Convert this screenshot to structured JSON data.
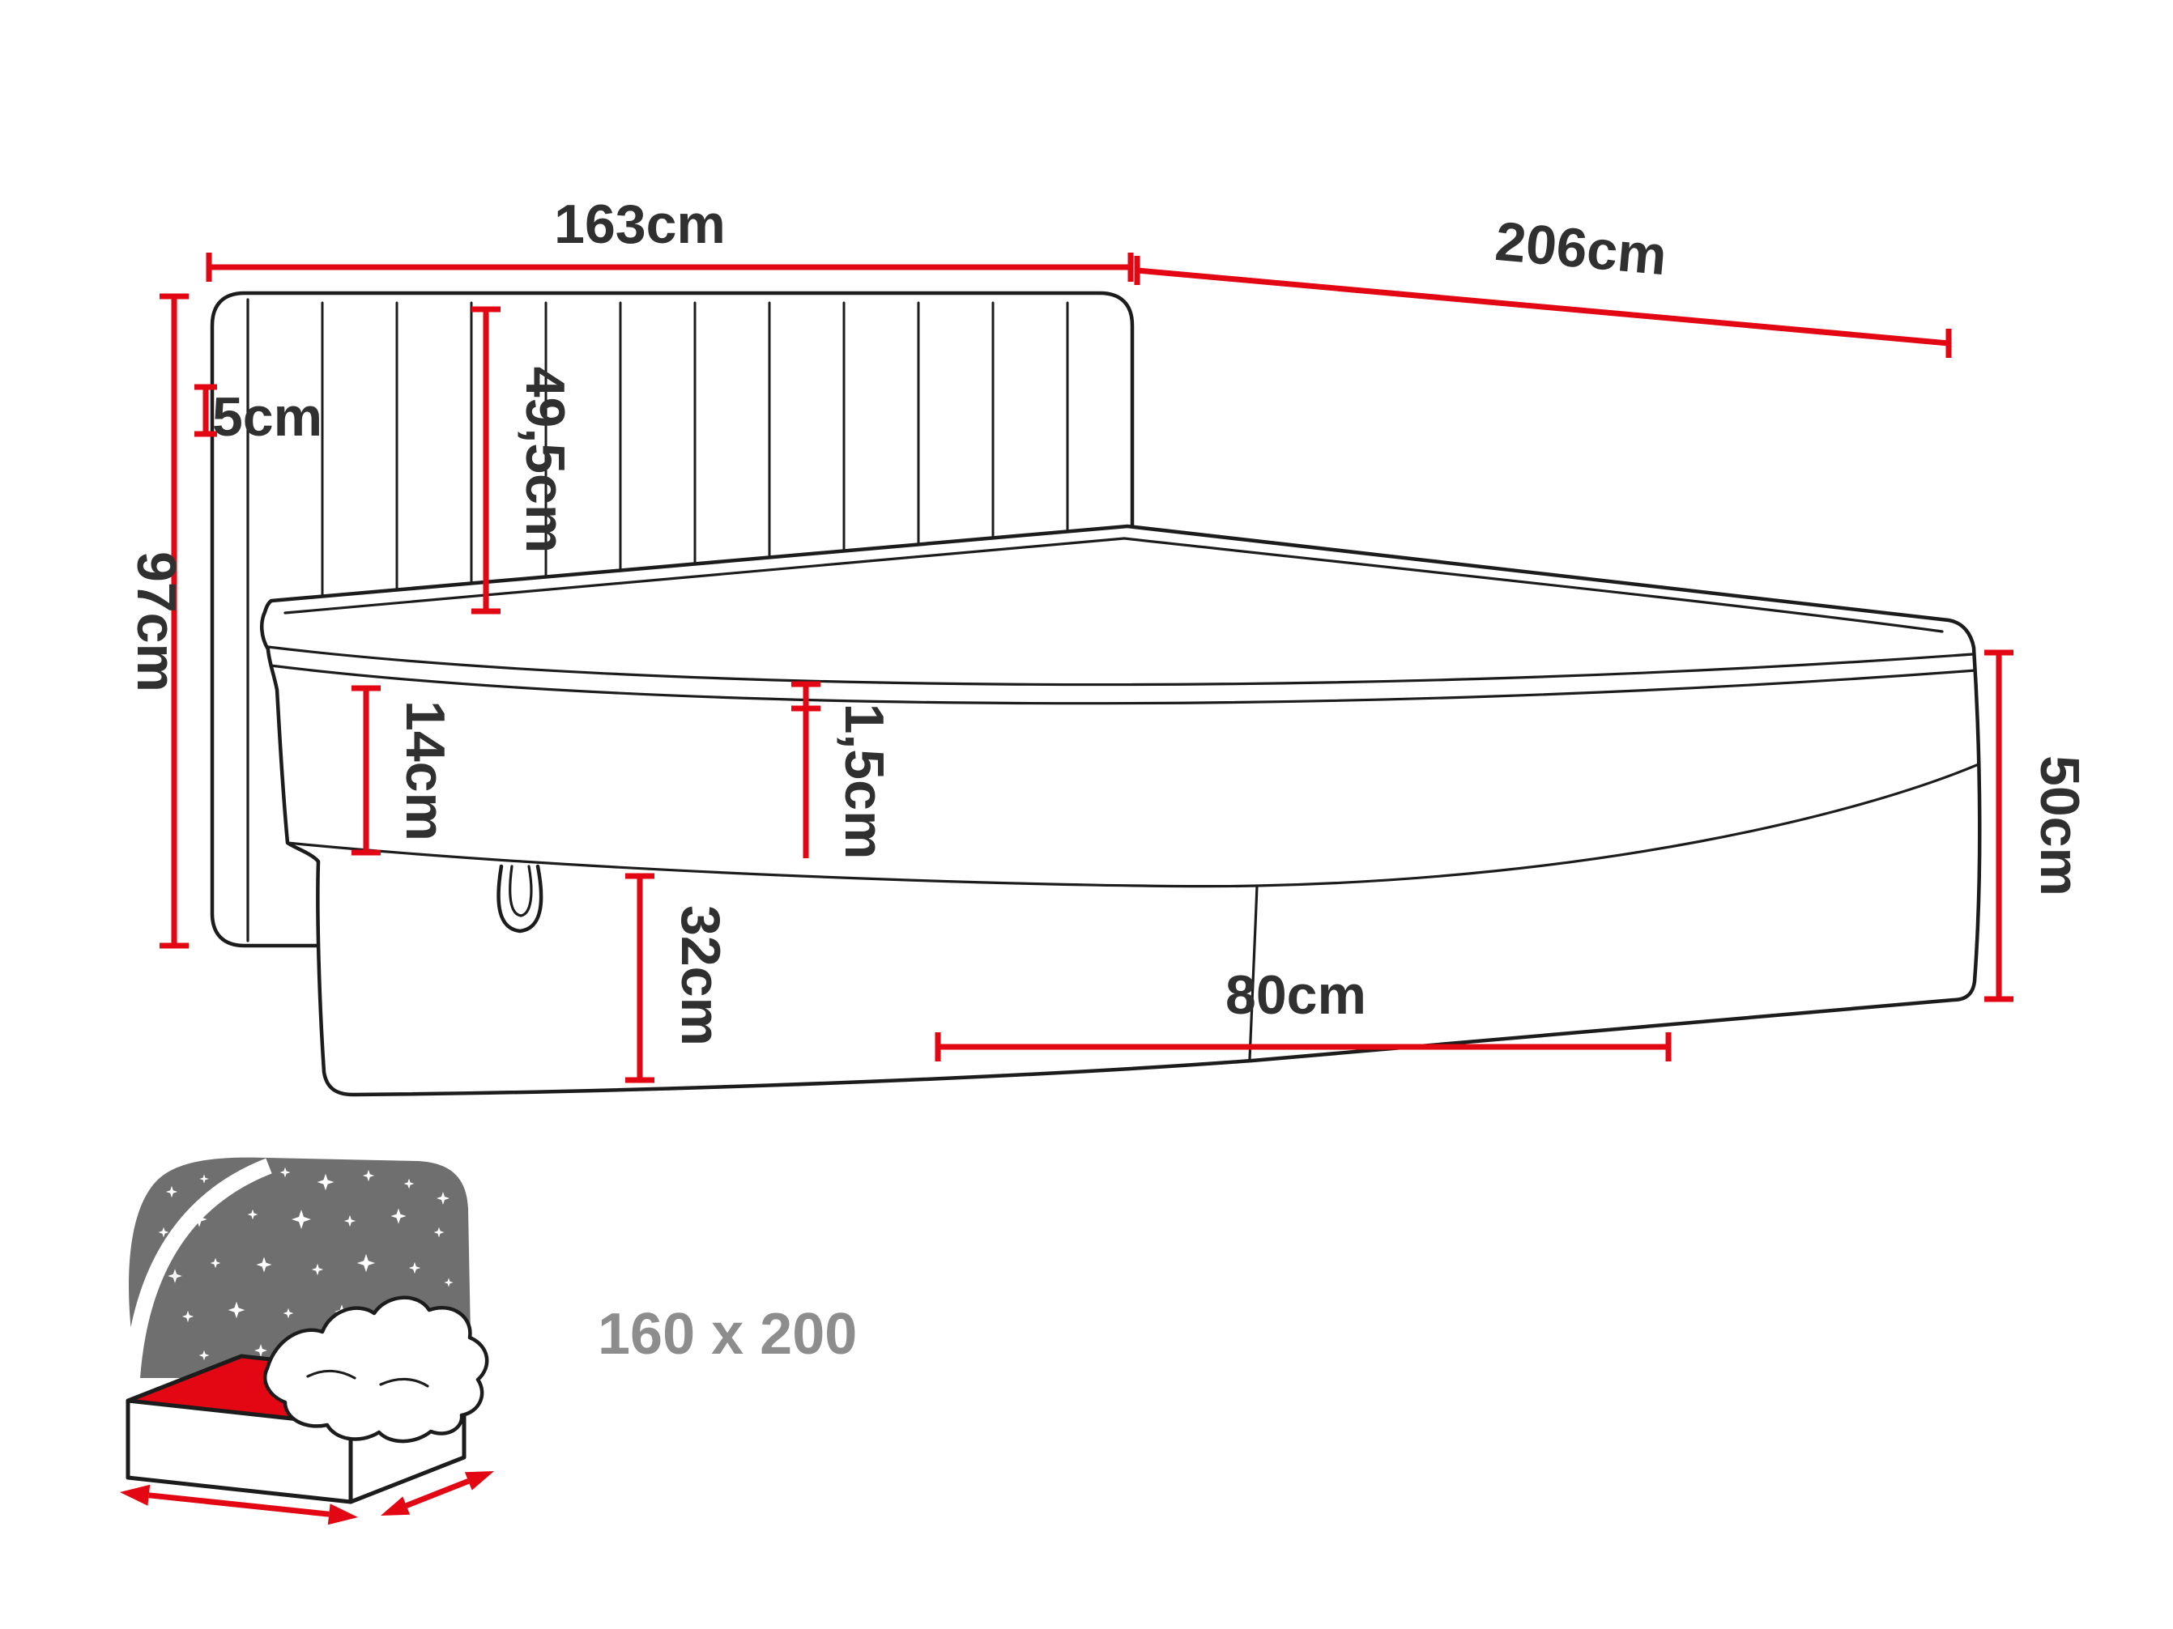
{
  "diagram": {
    "type": "bed-dimension-diagram",
    "background": "#ffffff",
    "accent_red": "#e30613",
    "outline_color": "#1c1c1c",
    "label_color": "#303030",
    "muted_color": "#8d8d8d",
    "icon_gray": "#6f6f6f"
  },
  "dimensions": {
    "headboard_width": "163cm",
    "total_length": "206cm",
    "side_panel": "5cm",
    "total_height": "97cm",
    "headboard_height": "49,5cm",
    "mattress_height": "14cm",
    "topper": "1,5cm",
    "side_height": "50cm",
    "base_height": "32cm",
    "storage_drawer": "80cm"
  },
  "footer": {
    "size_label": "160 x 200"
  }
}
